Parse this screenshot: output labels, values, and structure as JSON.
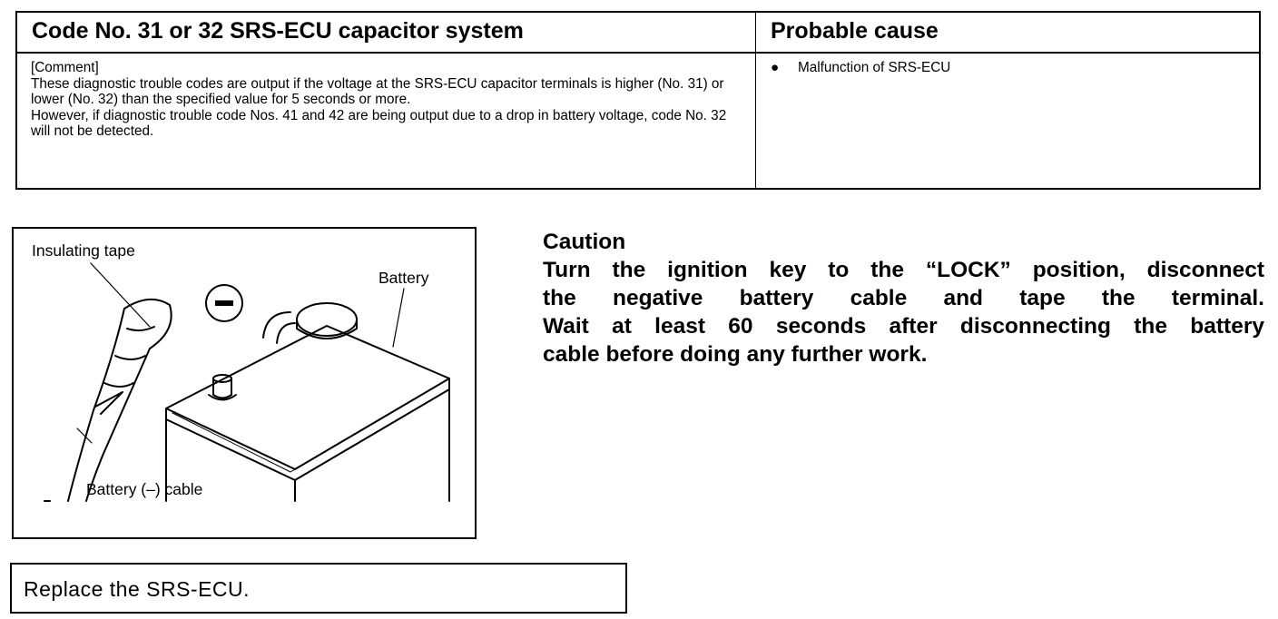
{
  "table": {
    "header_left": "Code No. 31 or 32 SRS-ECU capacitor system",
    "header_right": "Probable cause",
    "comment_lines": [
      "[Comment]",
      "These diagnostic trouble codes are output if the voltage at the SRS-ECU capacitor terminals is higher (No. 31) or lower (No. 32) than the specified value for 5 seconds or more.",
      "However, if diagnostic trouble code Nos. 41 and 42 are being output due to a drop in battery voltage, code No. 32 will not be detected."
    ],
    "cause_bullet": "●",
    "cause_item": "Malfunction of SRS-ECU"
  },
  "figure": {
    "label_tape": "Insulating tape",
    "label_battery": "Battery",
    "label_cable": "Battery (–) cable",
    "minus_symbol": "−"
  },
  "caution": {
    "title": "Caution",
    "lines": [
      "Turn the ignition key to the “LOCK” position, disconnect",
      "the negative battery cable and tape the terminal.",
      "Wait at least 60 seconds after disconnecting the battery",
      "cable before doing any further work."
    ]
  },
  "action": {
    "text": "Replace the SRS-ECU."
  }
}
